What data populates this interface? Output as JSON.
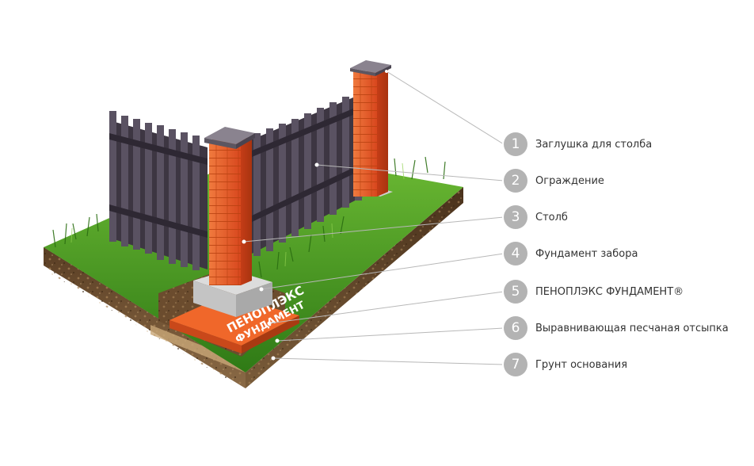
{
  "legend": [
    {
      "number": "1",
      "label": "Заглушка для столба"
    },
    {
      "number": "2",
      "label": "Ограждение"
    },
    {
      "number": "3",
      "label": "Столб"
    },
    {
      "number": "4",
      "label": "Фундамент забора"
    },
    {
      "number": "5",
      "label": "ПЕНОПЛЭКС ФУНДАМЕНТ®"
    },
    {
      "number": "6",
      "label": "Выравнивающая песчаная отсыпка"
    },
    {
      "number": "7",
      "label": "Грунт основания"
    }
  ],
  "board_print": {
    "line1": "ПЕНОПЛЭКС",
    "line2": "ФУНДАМЕНТ"
  },
  "colors": {
    "badge": "#b3b3b3",
    "brick": "#e8562a",
    "cap": "#6a6470",
    "fence": "#4a4350",
    "grass": "#3f8f1f",
    "soil": "#7a5a3a",
    "board": "#f0672a",
    "concrete": "#c9c9c9",
    "leader": "#b8b8b8"
  }
}
